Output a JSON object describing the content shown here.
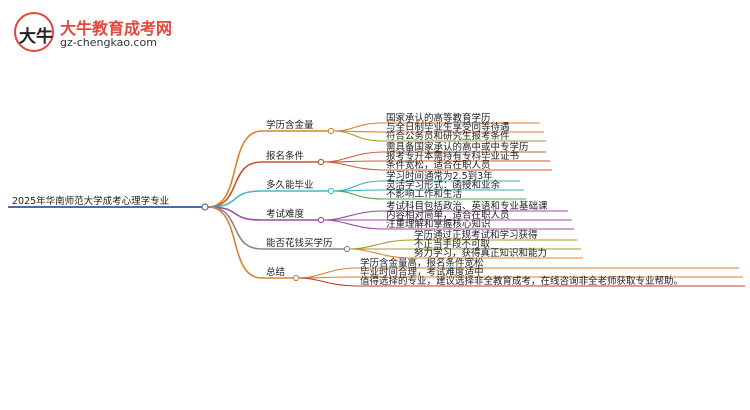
{
  "logo": {
    "glyph": "大牛",
    "name": "大牛教育成考网",
    "url": "gz-chengkao.com"
  },
  "root": {
    "label": "2025年华南师范大学成考心理学专业"
  },
  "branches": [
    {
      "label": "学历含金量",
      "color": "#d8842c",
      "leaves": [
        {
          "text": "国家承认的高等教育学历",
          "color": "#e07b2b"
        },
        {
          "text": "与全日制毕业生享受同等待遇",
          "color": "#e07b2b"
        },
        {
          "text": "符合公务员和研究生报考条件",
          "color": "#9ba12a"
        }
      ]
    },
    {
      "label": "报名条件",
      "color": "#c1572d",
      "leaves": [
        {
          "text": "需具备国家承认的高中或中专学历",
          "color": "#d05a3a"
        },
        {
          "text": "报考专升本需持有专科毕业证书",
          "color": "#d05a3a"
        },
        {
          "text": "条件宽松，适合在职人员",
          "color": "#d05a3a"
        }
      ]
    },
    {
      "label": "多久能毕业",
      "color": "#47b7c4",
      "leaves": [
        {
          "text": "学习时间通常为2.5到3年",
          "color": "#3aaeb3"
        },
        {
          "text": "灵活学习形式：函授和业余",
          "color": "#3aaeb3"
        },
        {
          "text": "不影响工作和生活",
          "color": "#4aa84a"
        }
      ]
    },
    {
      "label": "考试难度",
      "color": "#9b4aa6",
      "leaves": [
        {
          "text": "考试科目包括政治、英语和专业基础课",
          "color": "#9b4aa6"
        },
        {
          "text": "内容相对简单，适合在职人员",
          "color": "#9b4aa6"
        },
        {
          "text": "注重理解和掌握核心知识",
          "color": "#9b4aa6"
        }
      ]
    },
    {
      "label": "能否花钱买学历",
      "color": "#888888",
      "leaves": [
        {
          "text": "学历通过正规考试和学习获得",
          "color": "#9ba12a"
        },
        {
          "text": "不正当手段不可取",
          "color": "#9ba12a"
        },
        {
          "text": "努力学习，获得真正知识和能力",
          "color": "#d8842c"
        }
      ]
    },
    {
      "label": "总结",
      "color": "#d8842c",
      "leaves": [
        {
          "text": "学历含金量高，报名条件宽松",
          "color": "#e07b2b"
        },
        {
          "text": "毕业时间合理，考试难度适中",
          "color": "#e07b2b"
        },
        {
          "text": "值得选择的专业，建议选择非全教育成考，在线咨询非全老师获取专业帮助。",
          "color": "#c0392b"
        }
      ]
    }
  ]
}
